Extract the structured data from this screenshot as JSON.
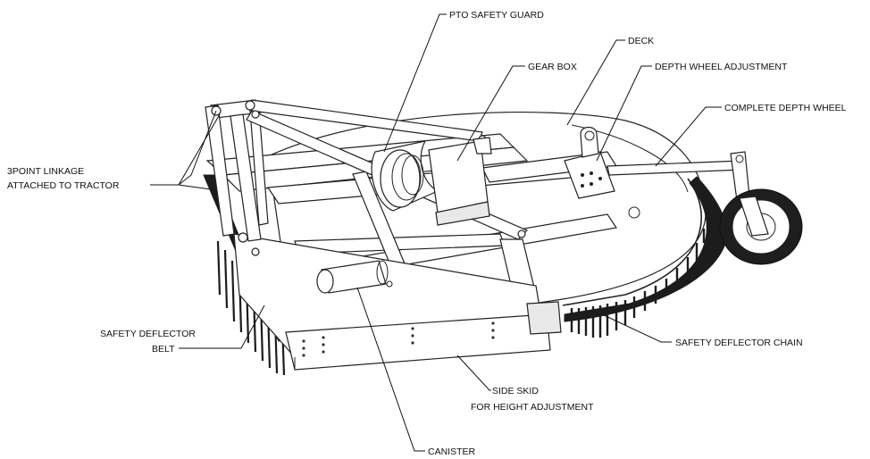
{
  "labels": {
    "pto_safety_guard": "PTO SAFETY GUARD",
    "deck": "DECK",
    "gear_box": "GEAR BOX",
    "depth_wheel_adjustment": "DEPTH WHEEL ADJUSTMENT",
    "complete_depth_wheel": "COMPLETE DEPTH WHEEL",
    "three_point_linkage_line1": "3POINT LINKAGE",
    "three_point_linkage_line2": "ATTACHED TO TRACTOR",
    "safety_deflector_belt_line1": "SAFETY DEFLECTOR",
    "safety_deflector_belt_line2": "BELT",
    "safety_deflector_chain": "SAFETY DEFLECTOR CHAIN",
    "side_skid_line1": "SIDE SKID",
    "side_skid_line2": "FOR HEIGHT ADJUSTMENT",
    "canister": "CANISTER"
  }
}
